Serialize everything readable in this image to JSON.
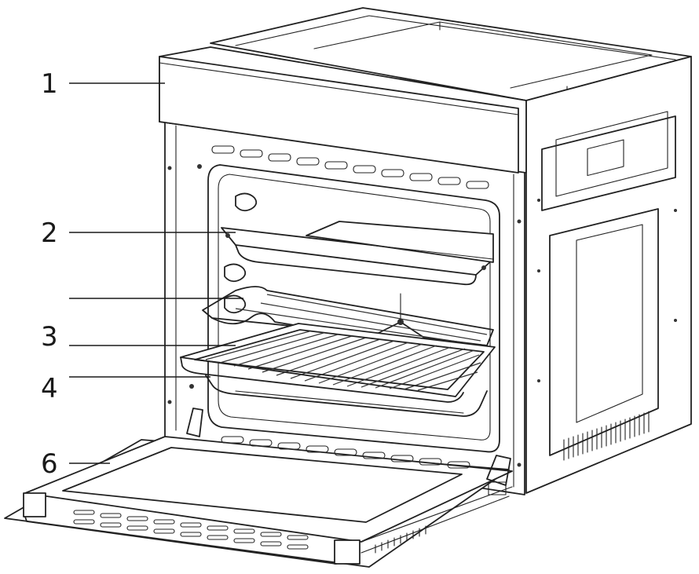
{
  "diagram": {
    "callouts": [
      {
        "id": "1",
        "label": "1"
      },
      {
        "id": "2",
        "label": "2"
      },
      {
        "id": "unlabeled",
        "label": ""
      },
      {
        "id": "3",
        "label": "3"
      },
      {
        "id": "4",
        "label": "4"
      },
      {
        "id": "6",
        "label": "6"
      }
    ]
  }
}
